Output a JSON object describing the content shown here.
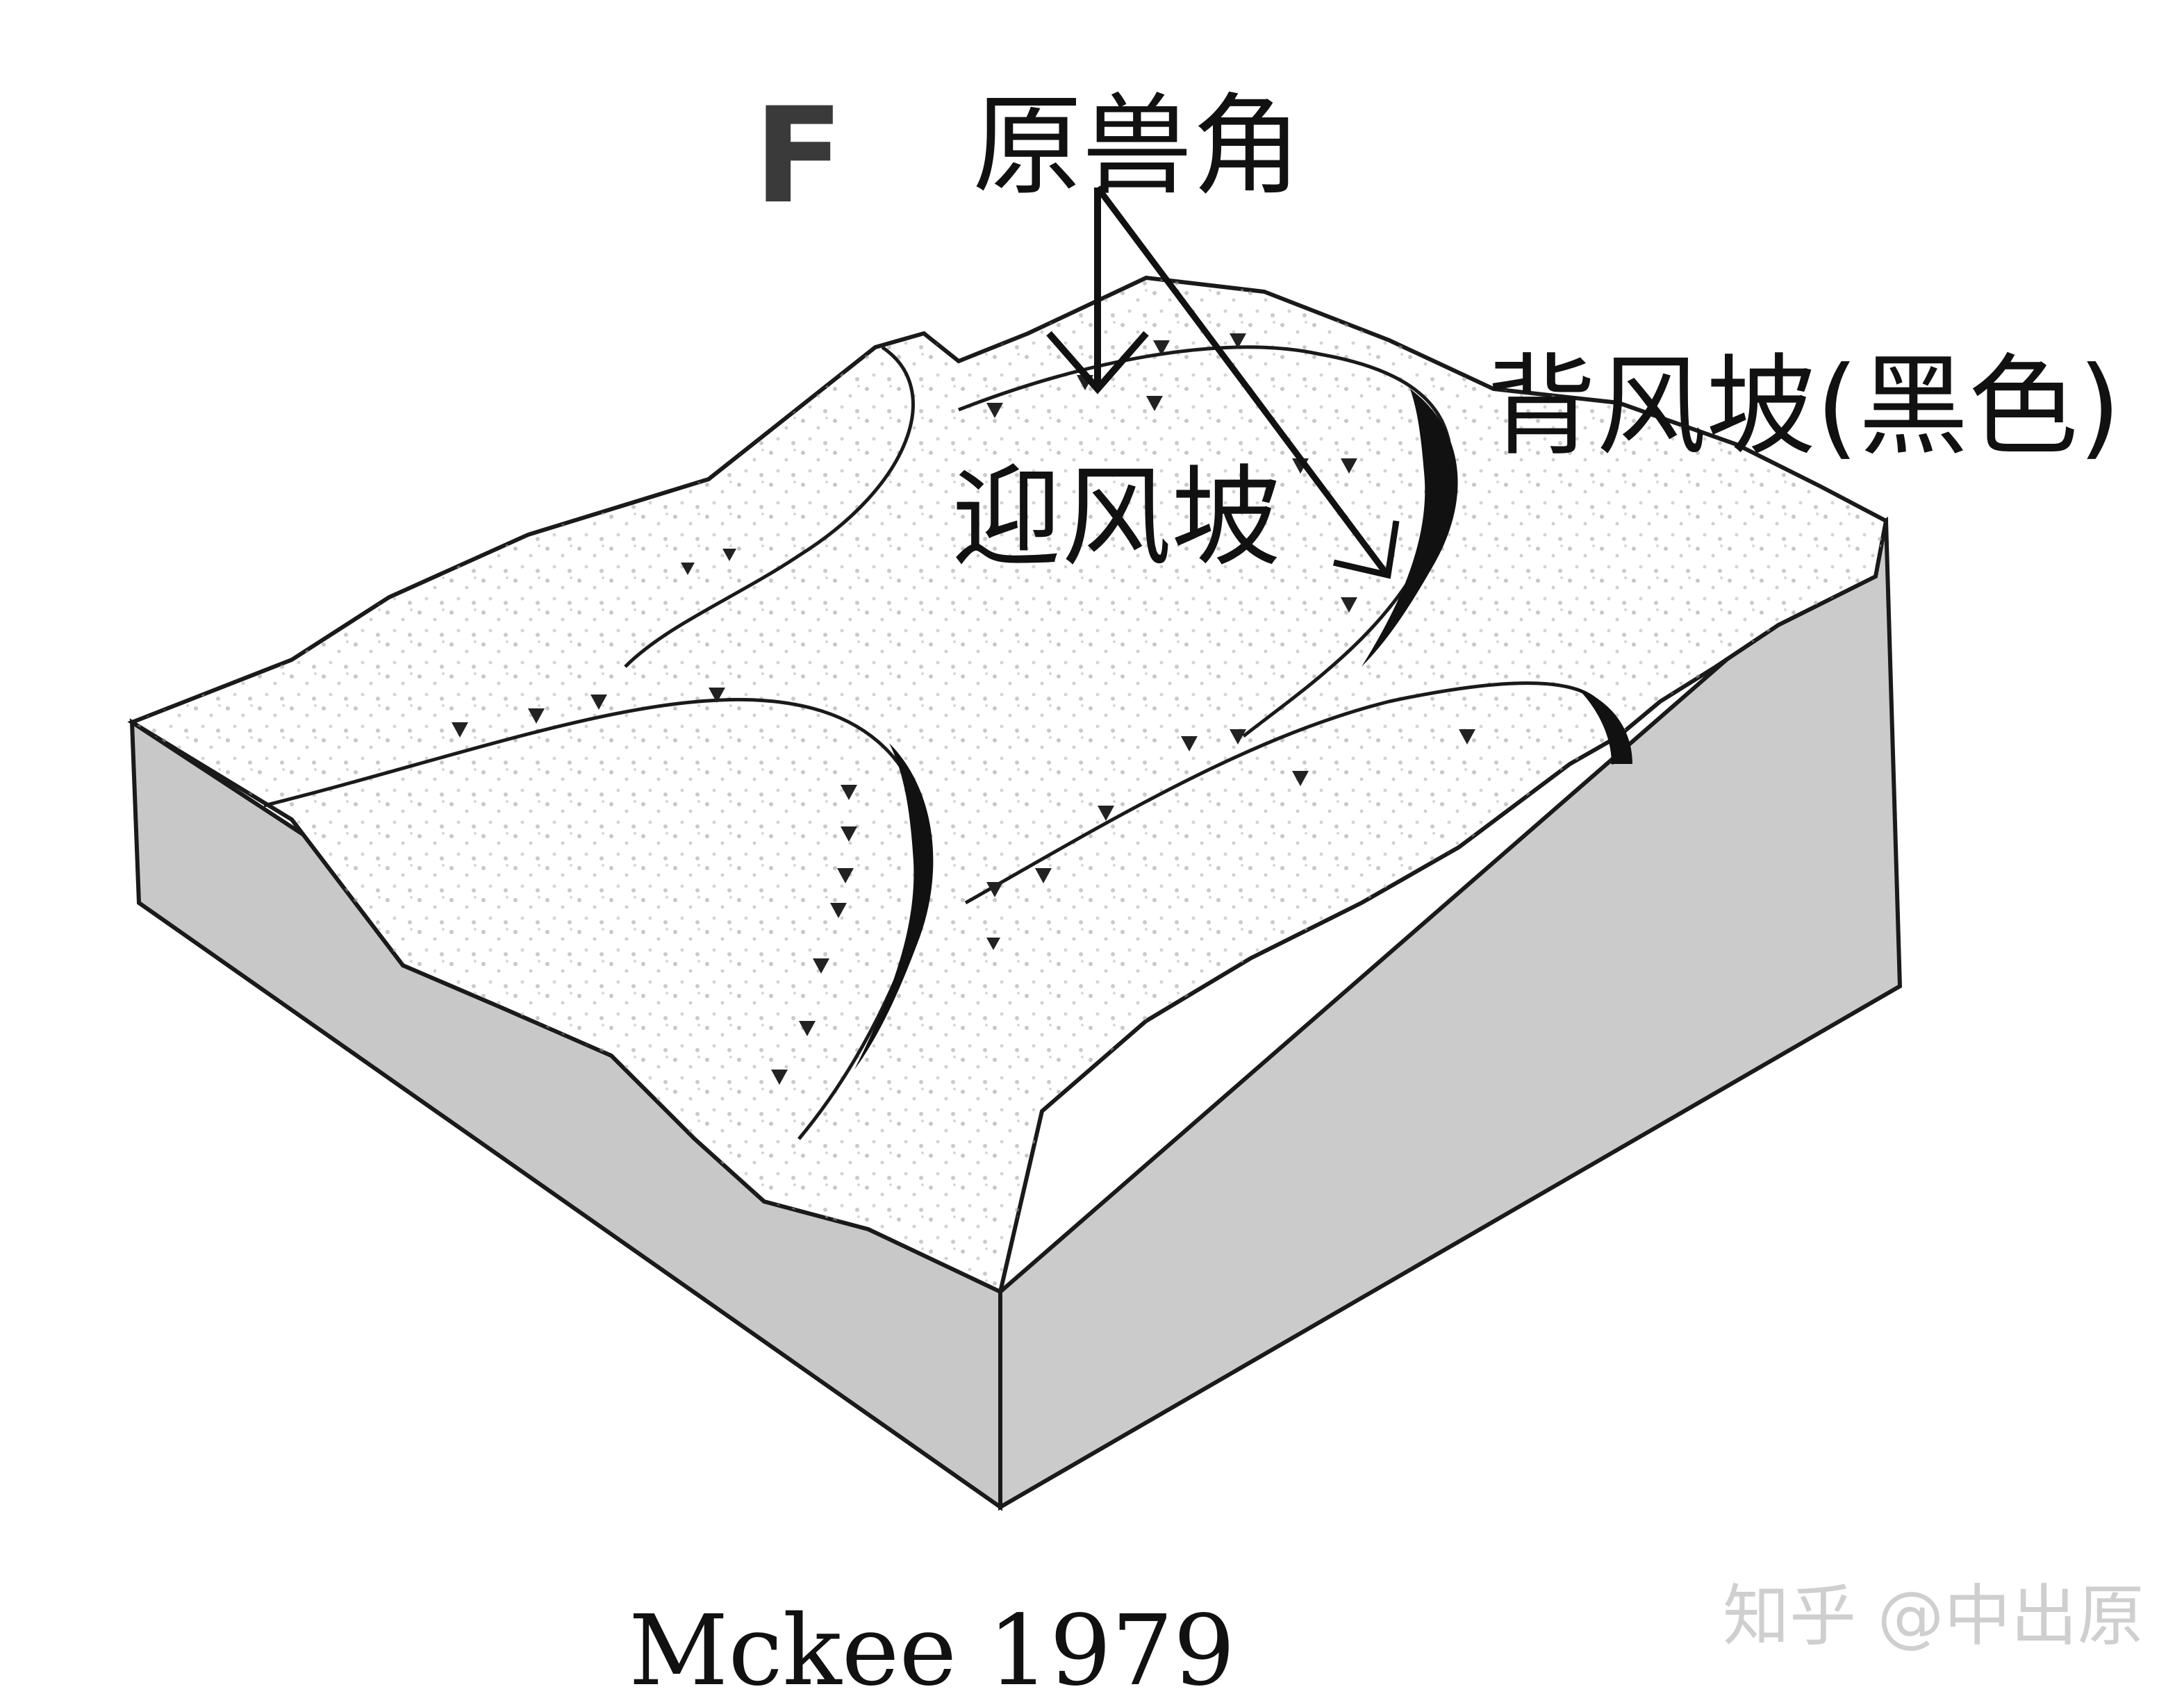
{
  "panel_letter": "F",
  "labels": {
    "ridge_point": "原兽角",
    "leeward_slope": "背风坡(黑色)",
    "windward_slope": "迎风坡"
  },
  "caption": "Mckee 1979",
  "watermark": "知乎 @中出原",
  "colors": {
    "block_side": "#c8c8c8",
    "outline": "#1a1a1a",
    "lee_face": "#111111",
    "sand_speckle": "#9a9a9a"
  }
}
